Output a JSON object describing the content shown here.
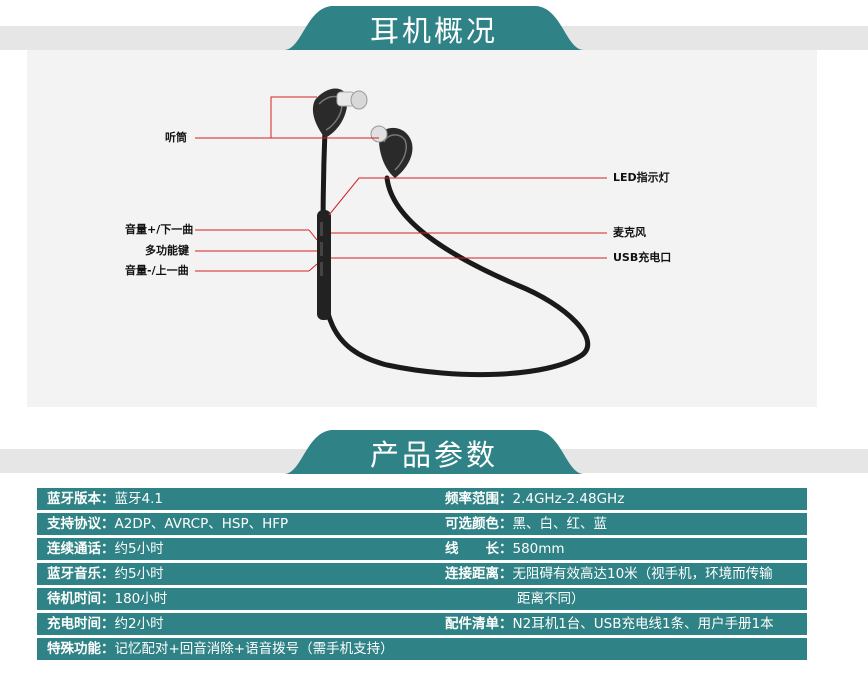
{
  "sections": {
    "overview_title": "耳机概况",
    "params_title": "产品参数"
  },
  "colors": {
    "teal": "#2f8285",
    "band": "#e6e6e6",
    "panel": "#f3f3f3",
    "callout_line": "#d62020"
  },
  "callouts": {
    "tingtong": "听筒",
    "led": "LED指示灯",
    "volume_up": "音量+/下一曲",
    "mic": "麦克风",
    "multi_key": "多功能键",
    "usb": "USB充电口",
    "volume_down": "音量-/上一曲"
  },
  "specs": {
    "row1": {
      "l_label": "蓝牙版本：",
      "l_value": "蓝牙4.1",
      "r_label": "频率范围：",
      "r_value": "2.4GHz-2.48GHz"
    },
    "row2": {
      "l_label": "支持协议：",
      "l_value": "A2DP、AVRCP、HSP、HFP",
      "r_label": "可选颜色：",
      "r_value": "黑、白、红、蓝"
    },
    "row3": {
      "l_label": "连续通话：",
      "l_value": "约5小时",
      "r_label": "线　　长：",
      "r_value": "580mm"
    },
    "row4": {
      "l_label": "蓝牙音乐：",
      "l_value": "约5小时",
      "r_label": "连接距离：",
      "r_value": "无阻碍有效高达10米（视手机，环境而传输"
    },
    "row5": {
      "l_label": "待机时间：",
      "l_value": "180小时",
      "r_cont": "距离不同）"
    },
    "row6": {
      "l_label": "充电时间：",
      "l_value": "约2小时",
      "r_label": "配件清单：",
      "r_value": "N2耳机1台、USB充电线1条、用户手册1本"
    },
    "row7": {
      "l_label": "特殊功能：",
      "l_value": "记忆配对+回音消除+语音拨号（需手机支持）"
    }
  }
}
